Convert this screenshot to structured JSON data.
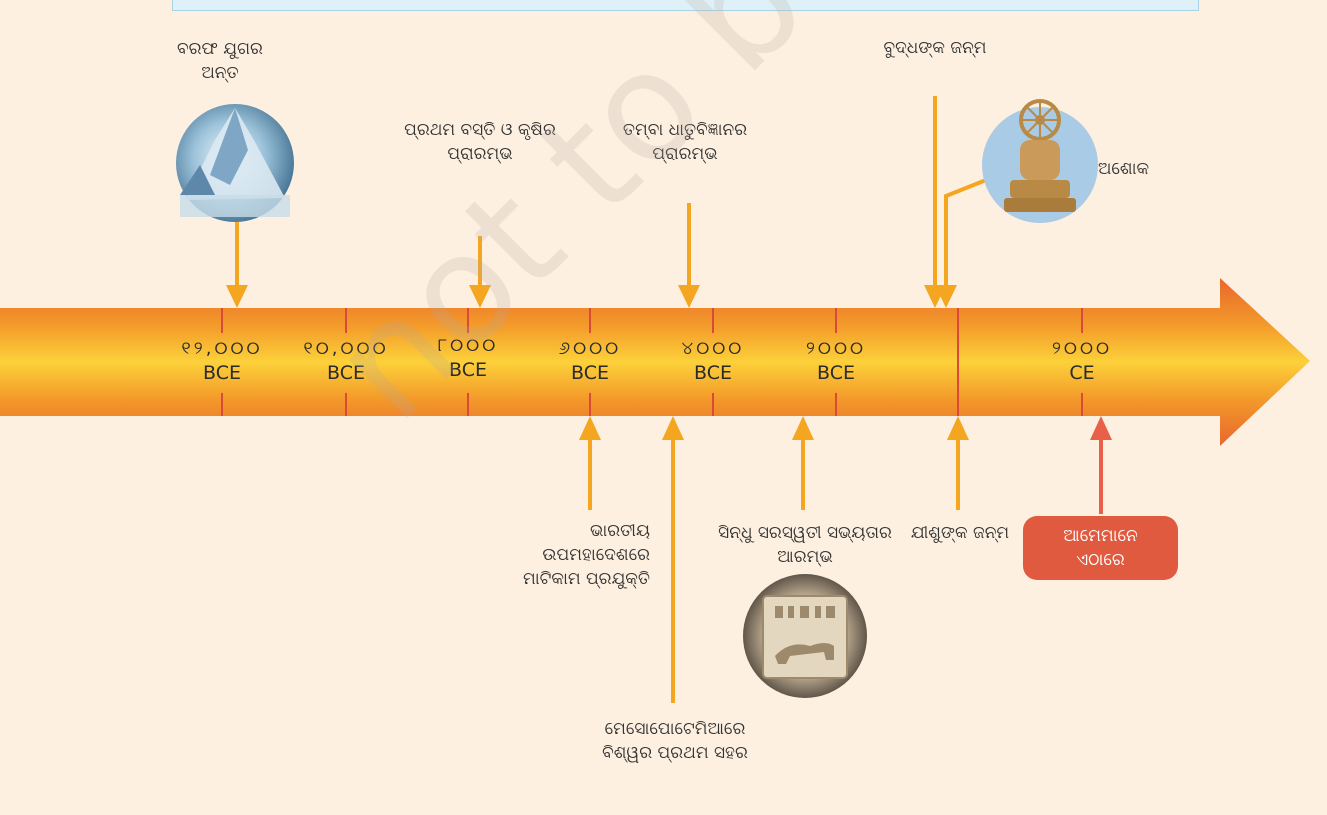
{
  "timeline": {
    "ticks": [
      {
        "year": "୧୨,୦୦୦",
        "era": "BCE"
      },
      {
        "year": "୧୦,୦୦୦",
        "era": "BCE"
      },
      {
        "year": "୮୦୦୦",
        "era": "BCE"
      },
      {
        "year": "୬୦୦୦",
        "era": "BCE"
      },
      {
        "year": "୪୦୦୦",
        "era": "BCE"
      },
      {
        "year": "୨୦୦୦",
        "era": "BCE"
      },
      {
        "year": "୨୦୦୦",
        "era": "CE"
      }
    ],
    "events_above": {
      "ice_age_end": "ବରଫ ଯୁଗର\nଅନ୍ତ",
      "first_settlements": "ପ୍ରଥମ ବସ୍ତି ଓ କୃଷିର\nପ୍ରାରମ୍ଭ",
      "copper_metallurgy": "ତମ୍ବା ଧାତୁବିଜ୍ଞାନର\nପ୍ରାରମ୍ଭ",
      "buddha_birth": "ବୁଦ୍ଧଙ୍କ ଜନ୍ମ",
      "ashoka": "ଅଶୋକ"
    },
    "events_below": {
      "pottery": "ଭାରତୀୟ\nଉପମହାଦେଶରେ\nମାଟିକାମ ପ୍ରଯୁକ୍ତି",
      "mesopotamia": "ମେସୋପୋଟେମିଆରେ\nବିଶ୍ୱର ପ୍ରଥମ ସହର",
      "indus_saraswati": "ସିନ୍ଧୁ ସରସ୍ୱତୀ ସଭ୍ୟତାର\nଆରମ୍ଭ",
      "jesus_birth": "ଯୀଶୁଙ୍କ ଜନ୍ମ",
      "we_are_here": "ଆମେମାନେ\nଏଠାରେ"
    },
    "watermark": "not to be republished © NCERT",
    "colors": {
      "arrow_orange": "#f08a28",
      "arrow_red": "#e05a3f",
      "arrow_yellow": "#fccc3a",
      "pointer": "#f4a621",
      "tick_line": "#d94a3a",
      "pill": "#e05a3f"
    }
  }
}
